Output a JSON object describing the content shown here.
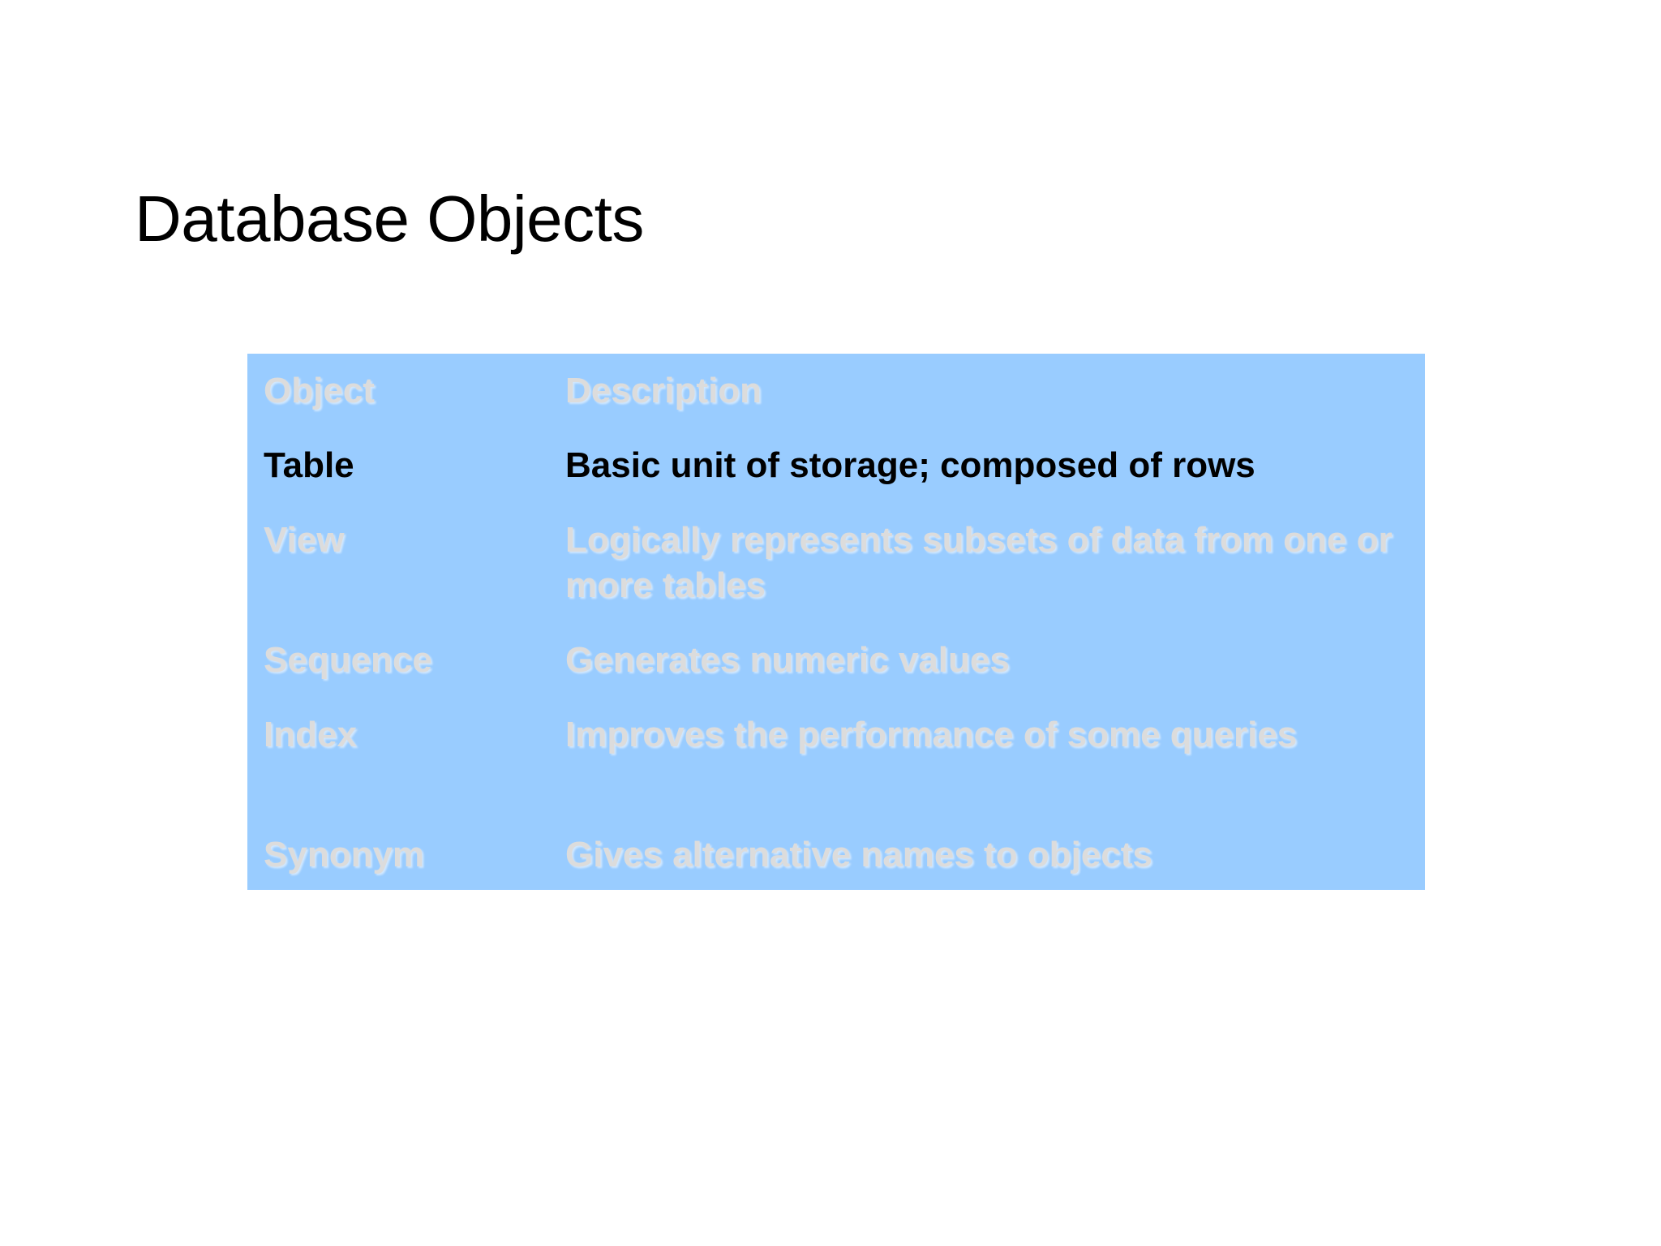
{
  "slide": {
    "title": "Database Objects",
    "background_color": "#ffffff"
  },
  "table": {
    "background_color": "#99ccff",
    "dim_text_color": "#dcdcdc",
    "current_text_color": "#000000",
    "columns": [
      "Object",
      "Description"
    ],
    "header": {
      "object": "Object",
      "description": "Description"
    },
    "rows": [
      {
        "object": "Table",
        "description": "Basic unit of storage; composed of rows",
        "state": "current"
      },
      {
        "object": "View",
        "description": "Logically represents subsets of data from one or more tables",
        "state": "dim"
      },
      {
        "object": "Sequence",
        "description": "Generates numeric values",
        "state": "dim"
      },
      {
        "object": "Index",
        "description": "Improves the performance of some queries",
        "state": "dim"
      },
      {
        "object": "Synonym",
        "description": "Gives alternative names to objects",
        "state": "dim"
      }
    ]
  }
}
